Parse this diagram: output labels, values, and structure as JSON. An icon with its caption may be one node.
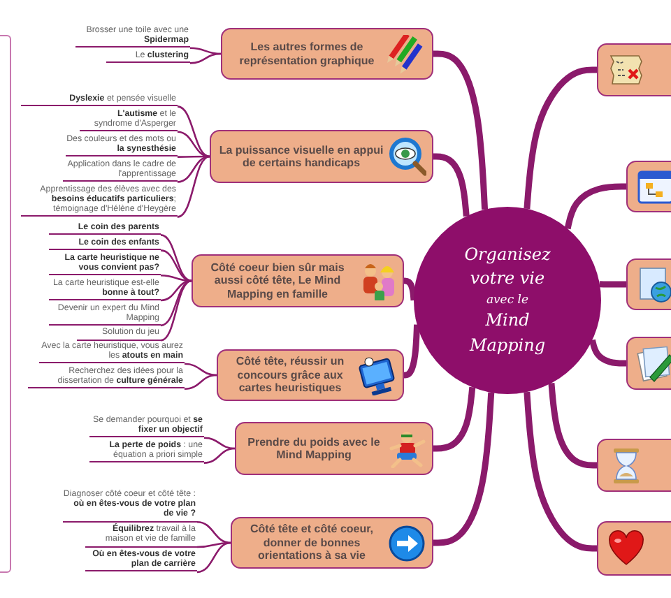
{
  "diagram": {
    "nodes": [
      {
        "text": [
          "Organisez votre vie",
          "avec le",
          "Mind Mapping"
        ]
      },
      {
        "text": [
          "Les autres formes de représentation graphique"
        ]
      },
      {
        "text": [
          "Brosser une toile avec une **Spidermap**"
        ]
      },
      {
        "text": [
          "Le **clustering**"
        ]
      },
      {
        "text": [
          "La puissance visuelle en appui de certains handicaps"
        ]
      },
      {
        "text": [
          "**Dyslexie** et pensée visuelle"
        ]
      },
      {
        "text": [
          "**L'autisme** et le syndrome d'Asperger"
        ]
      },
      {
        "text": [
          "Des couleurs et des mots ou **la synesthésie**"
        ]
      },
      {
        "text": [
          "Application dans le cadre de l'apprentissage"
        ]
      },
      {
        "text": [
          "Apprentissage des élèves avec des **besoins éducatifs particuliers**; témoignage d'Hélène d'Heygère"
        ]
      },
      {
        "text": [
          "Côté coeur bien sûr mais aussi côté tête, Le Mind Mapping en famille"
        ]
      },
      {
        "text": [
          "Le coin des parents"
        ]
      },
      {
        "text": [
          "Le coin des enfants"
        ]
      },
      {
        "text": [
          "La carte heuristique ne vous convient pas?"
        ]
      },
      {
        "text": [
          "La carte heuristique est-elle **bonne à tout?**"
        ]
      },
      {
        "text": [
          "Devenir un expert du Mind Mapping"
        ]
      },
      {
        "text": [
          "Solution du jeu"
        ]
      },
      {
        "text": [
          "Côté tête, réussir un concours grâce aux cartes heuristiques"
        ]
      },
      {
        "text": [
          "Avec la carte heuristique, vous aurez les **atouts en main**"
        ]
      },
      {
        "text": [
          "Recherchez des idées pour la dissertation de **culture générale**"
        ]
      },
      {
        "text": [
          "Prendre du poids avec le Mind Mapping"
        ]
      },
      {
        "text": [
          "Se demander pourquoi et **se fixer un objectif**"
        ]
      },
      {
        "text": [
          "**La perte de poids** : une équation a priori simple"
        ]
      },
      {
        "text": [
          "Côté tête et côté coeur, donner de bonnes orientations à sa vie"
        ]
      },
      {
        "text": [
          "Diagnoser côté coeur et côté tête : **où en êtes-vous de votre plan de vie ?**"
        ]
      },
      {
        "text": [
          "**Équilibrez** travail à la maison et vie de famille"
        ]
      },
      {
        "text": [
          "Où en êtes-vous de votre plan de carrière"
        ]
      },
      {
        "text": [],
        "shape": "box"
      },
      {
        "text": [],
        "shape": "box"
      },
      {
        "text": [],
        "shape": "box"
      },
      {
        "text": [],
        "shape": "box"
      },
      {
        "text": [],
        "shape": "box"
      },
      {
        "text": [],
        "shape": "box"
      }
    ],
    "edges": [
      {
        "from": 0,
        "to": 1,
        "arrow": "none",
        "style": "thick"
      },
      {
        "from": 1,
        "to": 2,
        "arrow": "none"
      },
      {
        "from": 1,
        "to": 3,
        "arrow": "none"
      },
      {
        "from": 0,
        "to": 4,
        "arrow": "none",
        "style": "thick"
      },
      {
        "from": 4,
        "to": 5,
        "arrow": "none"
      },
      {
        "from": 4,
        "to": 6,
        "arrow": "none"
      },
      {
        "from": 4,
        "to": 7,
        "arrow": "none"
      },
      {
        "from": 4,
        "to": 8,
        "arrow": "none"
      },
      {
        "from": 4,
        "to": 9,
        "arrow": "none"
      },
      {
        "from": 0,
        "to": 10,
        "arrow": "none",
        "style": "thick"
      },
      {
        "from": 10,
        "to": 11,
        "arrow": "none"
      },
      {
        "from": 10,
        "to": 12,
        "arrow": "none"
      },
      {
        "from": 10,
        "to": 13,
        "arrow": "none"
      },
      {
        "from": 10,
        "to": 14,
        "arrow": "none"
      },
      {
        "from": 10,
        "to": 15,
        "arrow": "none"
      },
      {
        "from": 10,
        "to": 16,
        "arrow": "none"
      },
      {
        "from": 0,
        "to": 17,
        "arrow": "none",
        "style": "thick"
      },
      {
        "from": 17,
        "to": 18,
        "arrow": "none"
      },
      {
        "from": 17,
        "to": 19,
        "arrow": "none"
      },
      {
        "from": 0,
        "to": 20,
        "arrow": "none",
        "style": "thick"
      },
      {
        "from": 20,
        "to": 21,
        "arrow": "none"
      },
      {
        "from": 20,
        "to": 22,
        "arrow": "none"
      },
      {
        "from": 0,
        "to": 23,
        "arrow": "none",
        "style": "thick"
      },
      {
        "from": 23,
        "to": 24,
        "arrow": "none"
      },
      {
        "from": 23,
        "to": 25,
        "arrow": "none"
      },
      {
        "from": 23,
        "to": 26,
        "arrow": "none"
      },
      {
        "from": 0,
        "to": 27,
        "arrow": "none",
        "style": "thick"
      },
      {
        "from": 0,
        "to": 28,
        "arrow": "none",
        "style": "thick"
      },
      {
        "from": 0,
        "to": 29,
        "arrow": "none",
        "style": "thick"
      },
      {
        "from": 0,
        "to": 30,
        "arrow": "none",
        "style": "thick"
      },
      {
        "from": 0,
        "to": 31,
        "arrow": "none",
        "style": "thick"
      },
      {
        "from": 0,
        "to": 32,
        "arrow": "none",
        "style": "thick"
      }
    ]
  }
}
